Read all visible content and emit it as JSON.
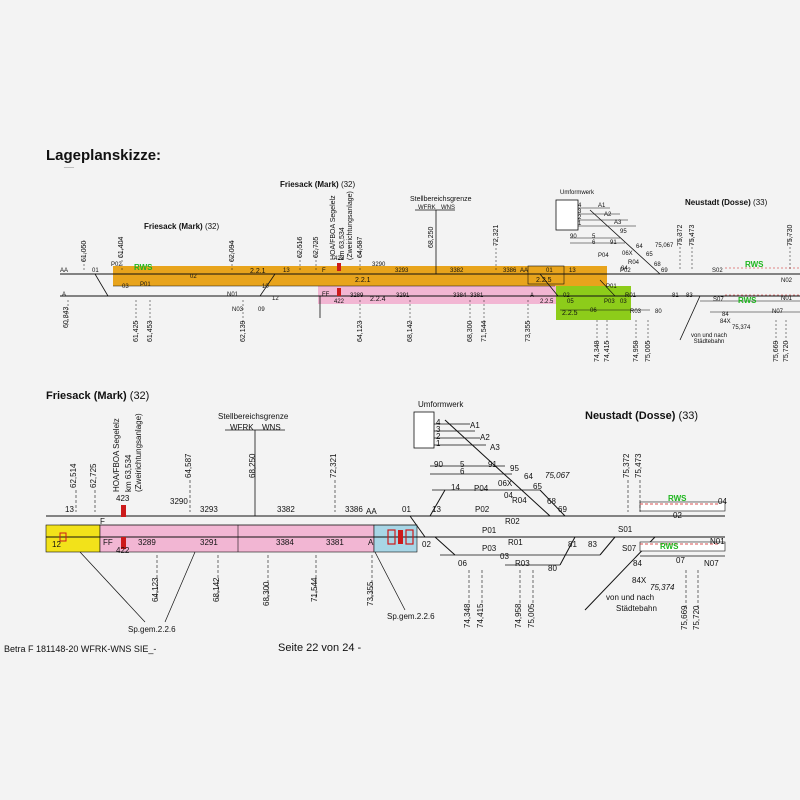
{
  "page": {
    "heading": "Lageplanskizze:",
    "heading_sub": "___",
    "footer_left": "Betra F 181148-20 WFRK-WNS SIE_-",
    "footer_center": "Seite 22 von 24 -"
  },
  "top": {
    "station_left_a": "Friesack (Mark)",
    "station_left_a_num": "(32)",
    "station_left_b": "Friesack (Mark)",
    "station_left_b_num": "(32)",
    "station_right": "Neustadt (Dosse)",
    "station_right_num": "(33)",
    "boundary": "Stellbereichsgrenze",
    "wfrk": "WFRK",
    "wns": "WNS",
    "umformwerk": "Umformwerk",
    "hoa": "HOA/FBOA Segelelz",
    "km": "km 63,534",
    "zwei": "(Zweirichtungsanlage)",
    "zone_221": "2.2.1",
    "zone_224": "2.2.4",
    "zone_225": "2.2.5",
    "rws": "RWS",
    "staedte": "von und nach Städtebahn",
    "km_top": [
      "61,050",
      "61,404",
      "62,094",
      "62,516",
      "62,725",
      "64,587",
      "68,250",
      "72,321",
      "75,372",
      "75,473",
      "75,730"
    ],
    "km_bottom": [
      "60,843",
      "61,425",
      "61,453",
      "62,139",
      "64,123",
      "68,142",
      "68,300",
      "71,544",
      "73,355",
      "74,348",
      "74,415",
      "74,958",
      "75,005",
      "75,669",
      "75,720"
    ],
    "signals": [
      "AA",
      "01",
      "P02",
      "02",
      "13",
      "F",
      "423",
      "3290",
      "3293",
      "3382",
      "3386",
      "AA",
      "01",
      "13",
      "P04",
      "P02",
      "69",
      "S02",
      "N02",
      "A",
      "03",
      "P01",
      "N01",
      "12",
      "10",
      "N03",
      "09",
      "FF",
      "422",
      "3289",
      "3291",
      "3384",
      "3381",
      "A",
      "02",
      "06",
      "P01",
      "P03",
      "R01",
      "81",
      "83",
      "S07",
      "N01",
      "84",
      "N07",
      "80",
      "R03",
      "R04",
      "68",
      "64",
      "65",
      "04",
      "95",
      "91",
      "90",
      "5",
      "6",
      "A1",
      "A2",
      "A3",
      "4",
      "3",
      "2",
      "1",
      "84X",
      "75,374",
      "75,067",
      "05",
      "06X",
      "2.2.5",
      "03"
    ]
  },
  "bottom": {
    "station_left": "Friesack (Mark)",
    "station_left_num": "(32)",
    "station_right": "Neustadt (Dosse)",
    "station_right_num": "(33)",
    "boundary": "Stellbereichsgrenze",
    "wfrk": "WFRK",
    "wns": "WNS",
    "umformwerk": "Umformwerk",
    "hoa": "HOA/FBOA Segelelz",
    "km": "km 63,534",
    "zwei": "(Zweirichtungsanlage)",
    "sp_left": "Sp.gem.2.2.6",
    "sp_right": "Sp.gem.2.2.6",
    "rws": "RWS",
    "von": "von und nach",
    "staedte": "Städtebahn",
    "km_top": [
      "62,514",
      "62,725",
      "64,587",
      "68,250",
      "72,321",
      "75,372",
      "75,473"
    ],
    "km_bottom": [
      "64,123",
      "68,142",
      "68,300",
      "71,544",
      "73,355",
      "74,348",
      "74,415",
      "74,958",
      "75,005",
      "75,669",
      "75,720"
    ],
    "track_labels": {
      "s13": "13",
      "sF": "F",
      "s423": "423",
      "s3290": "3290",
      "s3293": "3293",
      "s3382": "3382",
      "s3386": "3386",
      "sAA": "AA",
      "s01": "01",
      "s13b": "13",
      "sP04": "P04",
      "s04": "04",
      "sR04": "R04",
      "s69": "69",
      "s68": "68",
      "s64": "64",
      "s65": "65",
      "s06X": "06X",
      "s95": "95",
      "s91": "91",
      "s90": "90",
      "s5": "5",
      "s6": "6",
      "sA1": "A1",
      "sA2": "A2",
      "sA3": "A3",
      "s4": "4",
      "s3": "3",
      "s2": "2",
      "s1": "1",
      "s75067": "75,067",
      "sP02": "P02",
      "sR02": "R02",
      "sS01": "S01",
      "s02": "02",
      "s04b": "04",
      "s12": "12",
      "sFF": "FF",
      "s422": "422",
      "s3289": "3289",
      "s3291": "3291",
      "s3384": "3384",
      "s3381": "3381",
      "sA": "A",
      "s02b": "02",
      "sP01": "P01",
      "sP03": "P03",
      "s03": "03",
      "s06": "06",
      "sR01": "R01",
      "s81": "81",
      "s83": "83",
      "sR03": "R03",
      "s80": "80",
      "sS07": "S07",
      "sN01": "N01",
      "s84": "84",
      "s84X": "84X",
      "s75374": "75,374",
      "s07": "07",
      "sN07": "N07"
    }
  },
  "colors": {
    "orange": "#e8a41c",
    "pink": "#f2b6d3",
    "green": "#8dcc1a",
    "yellow": "#f2e21a",
    "blue": "#a8d6e6",
    "rws_green": "#1eb61e",
    "red": "#cc1a1a"
  }
}
